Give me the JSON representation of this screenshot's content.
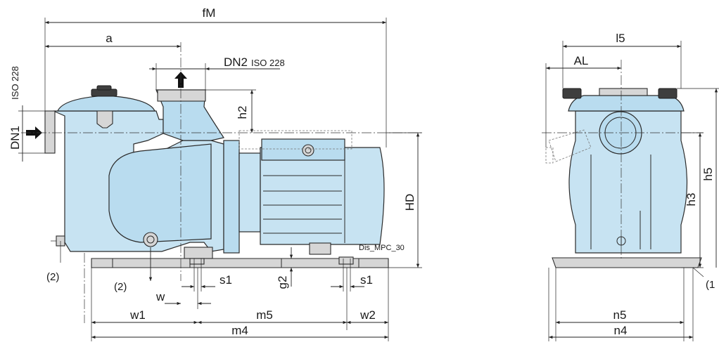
{
  "labels": {
    "fM": "fM",
    "a": "a",
    "DN2": "DN2",
    "DN2_iso": "ISO 228",
    "DN1": "DN1",
    "DN1_iso": "ISO 228",
    "h2": "h2",
    "HD": "HD",
    "g2": "g2",
    "s1_left": "s1",
    "s1_right": "s1",
    "w": "w",
    "w1": "w1",
    "w2": "w2",
    "m5": "m5",
    "m4": "m4",
    "note2_left": "(2)",
    "note2_center": "(2)",
    "drawing_id": "Dis_MPC_30",
    "l5": "l5",
    "AL": "AL",
    "h3": "h3",
    "h5": "h5",
    "n5": "n5",
    "n4": "n4",
    "note1_right": "(1"
  },
  "colors": {
    "pump_body": "#c7e3f2",
    "base": "#d6d6d6",
    "knob": "#3e3e3e"
  }
}
